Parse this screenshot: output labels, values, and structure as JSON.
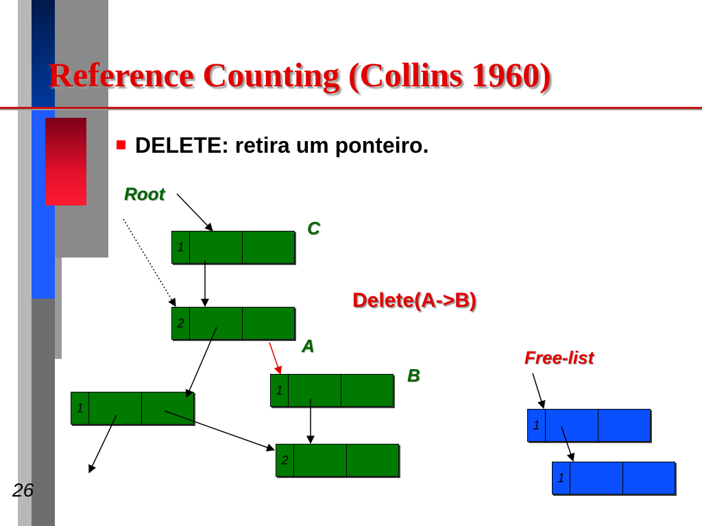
{
  "slide": {
    "title": "Reference Counting (Collins 1960)",
    "bullet": "DELETE: retira um ponteiro.",
    "slide_number": "26"
  },
  "diagram": {
    "labels": {
      "root": "Root",
      "c": "C",
      "a": "A",
      "b": "B",
      "operation": "Delete(A->B)",
      "free_list": "Free-list"
    },
    "nodes": {
      "c_node": "1",
      "second_node": "2",
      "left_node": "1",
      "a_node": "1",
      "b_node": "2",
      "free_node_1": "1",
      "free_node_2": "1"
    }
  },
  "colors": {
    "title": "#e00000",
    "node_green": "#007a00",
    "node_blue": "#0a50ff",
    "deleted_pointer": "#e00000",
    "bullet_marker": "#ff0000"
  }
}
